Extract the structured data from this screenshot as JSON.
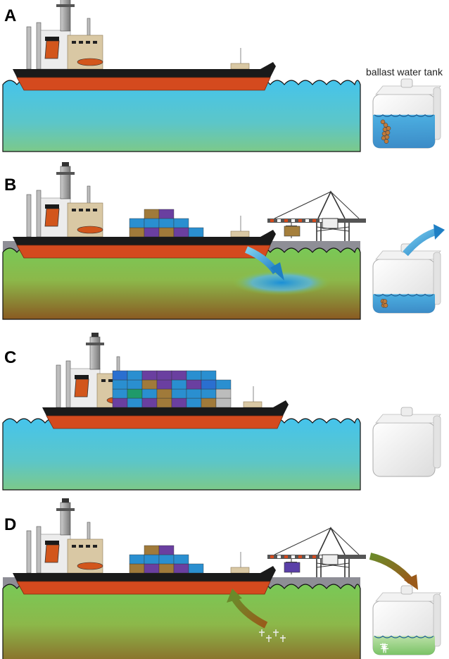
{
  "figure": {
    "tank_label": "ballast water tank",
    "panels": [
      {
        "letter": "A",
        "water": "blue",
        "dock": false,
        "crane": false,
        "cargo": "none",
        "tank_fill": "full",
        "flow": "none"
      },
      {
        "letter": "B",
        "water": "green-brown",
        "dock": true,
        "crane": true,
        "cargo": "partial",
        "tank_fill": "partial",
        "flow": "discharge"
      },
      {
        "letter": "C",
        "water": "blue",
        "dock": false,
        "crane": false,
        "cargo": "full",
        "tank_fill": "empty",
        "flow": "none"
      },
      {
        "letter": "D",
        "water": "green-brown",
        "dock": true,
        "crane": true,
        "cargo": "partial",
        "tank_fill": "partial-green",
        "flow": "intake"
      }
    ]
  },
  "colors": {
    "hull_red": "#d44a1e",
    "hull_black": "#1a1a1a",
    "water_blue": "#4fc3e6",
    "water_green": "#6cc18a",
    "sediment_green": "#8cc63f",
    "sediment_brown": "#8b5a1e",
    "dock_gray": "#8e8e96",
    "arrow_blue": "#2ba3d6",
    "arrow_brown": "#8a6a20"
  }
}
